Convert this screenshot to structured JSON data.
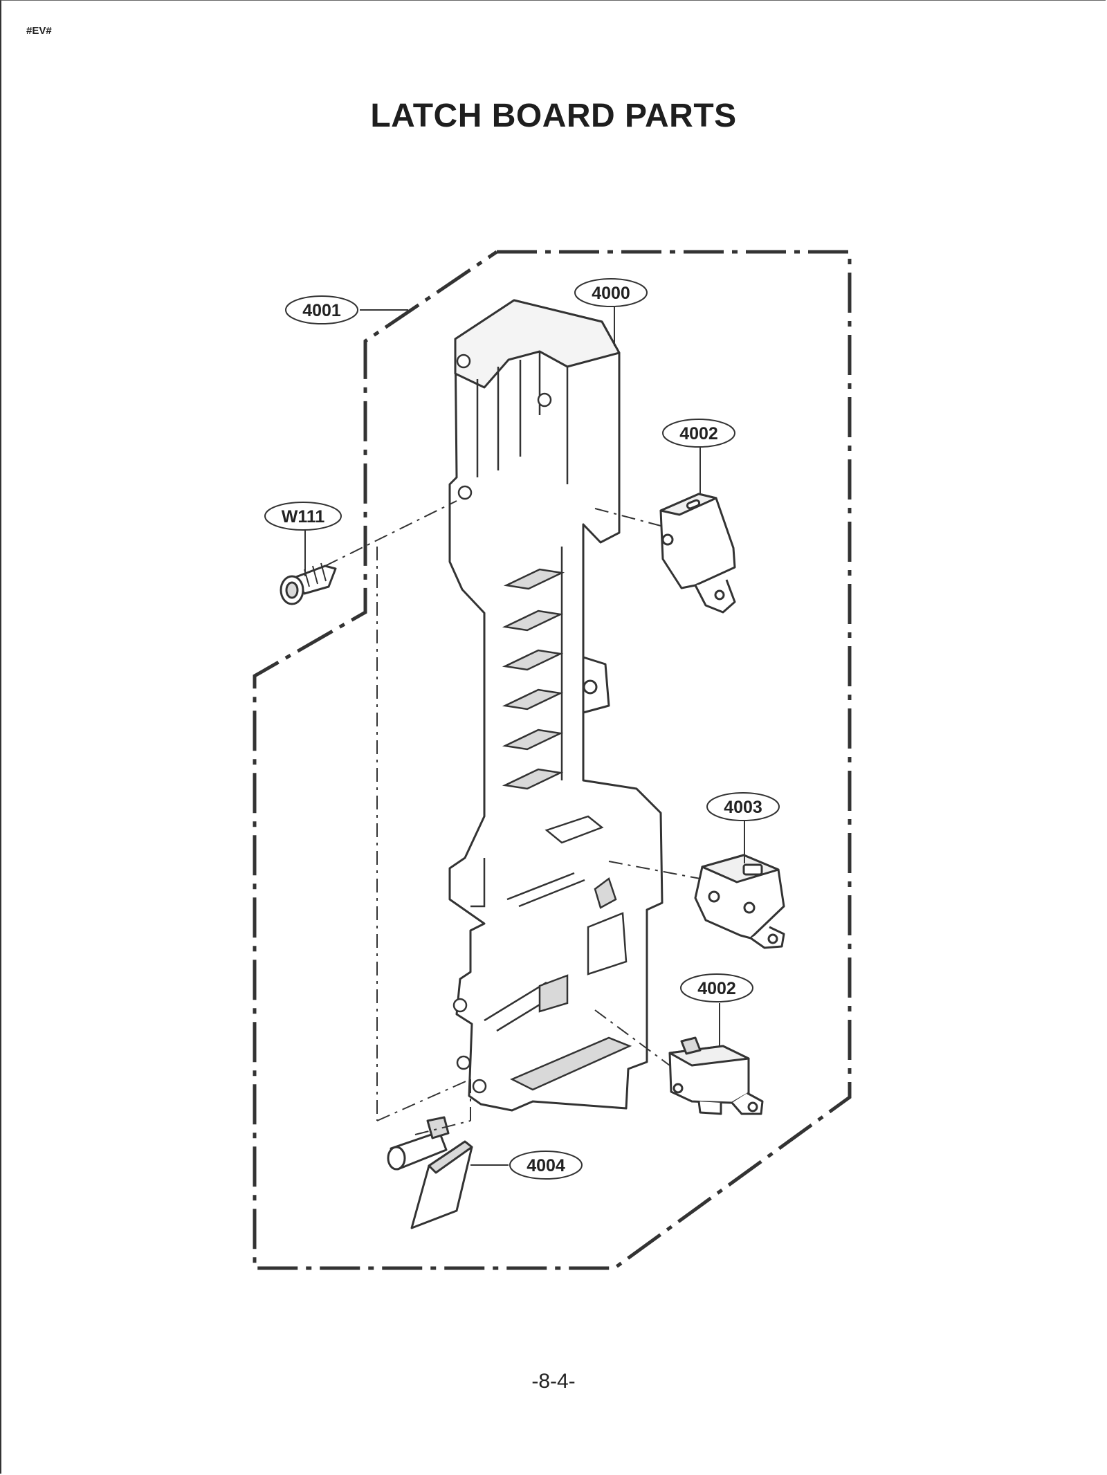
{
  "header": {
    "doc_code": "#EV#"
  },
  "title": "LATCH BOARD PARTS",
  "callouts": [
    {
      "id": "4000",
      "label": "4000"
    },
    {
      "id": "4001",
      "label": "4001"
    },
    {
      "id": "4002a",
      "label": "4002"
    },
    {
      "id": "W111",
      "label": "W111"
    },
    {
      "id": "4003",
      "label": "4003"
    },
    {
      "id": "4002b",
      "label": "4002"
    },
    {
      "id": "4004",
      "label": "4004"
    }
  ],
  "footer": {
    "page_number": "-8-4-"
  },
  "colors": {
    "line": "#333333",
    "fill": "#ffffff",
    "shade": "#cfcfcf"
  }
}
